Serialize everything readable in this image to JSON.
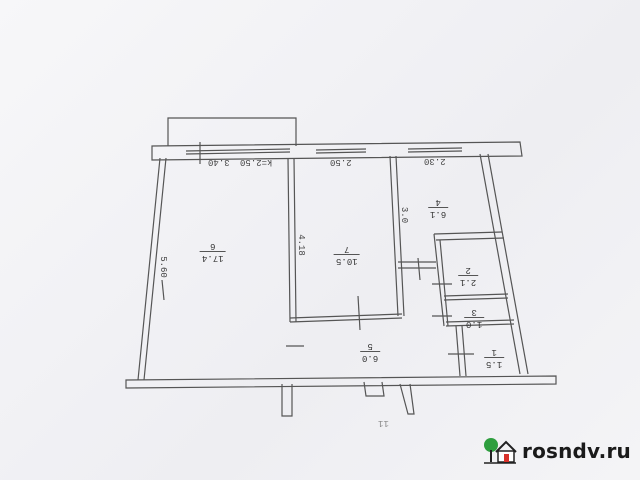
{
  "plan": {
    "type": "apartment floor plan (photographed, upside down)",
    "dimensions": {
      "top_wall": [
        "3.40",
        "k=2.50",
        "2.50",
        "2.30"
      ],
      "room6_height": "5.60",
      "room7_side": "4.18",
      "room4_side": "3.0"
    },
    "rooms": [
      {
        "num": "6",
        "area": "17.4"
      },
      {
        "num": "7",
        "area": "10.5"
      },
      {
        "num": "4",
        "area": "6.1"
      },
      {
        "num": "2",
        "area": "2.1"
      },
      {
        "num": "3",
        "area": "1.0"
      },
      {
        "num": "5",
        "area": "6.0"
      },
      {
        "num": "1",
        "area": "1.5"
      }
    ],
    "stair_mark": "11"
  },
  "watermark": {
    "text": "rosndv.ru",
    "tree_color": "#2e9e3e",
    "door_color": "#d8312a"
  }
}
